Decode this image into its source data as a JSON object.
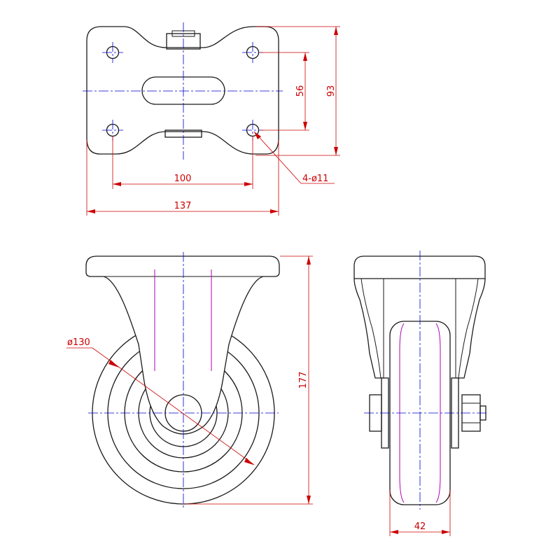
{
  "dimensions": {
    "hole_spacing_vertical": "56",
    "plate_height": "93",
    "hole_spacing_horizontal": "100",
    "plate_width": "137",
    "hole_callout": "4-ø11",
    "wheel_diameter": "ø130",
    "overall_height": "177",
    "wheel_width": "42"
  },
  "colors": {
    "object": "#1a1a1a",
    "center_line": "#0000cc",
    "dimension": "#cc0000",
    "wheel_detail": "#b000b0"
  }
}
